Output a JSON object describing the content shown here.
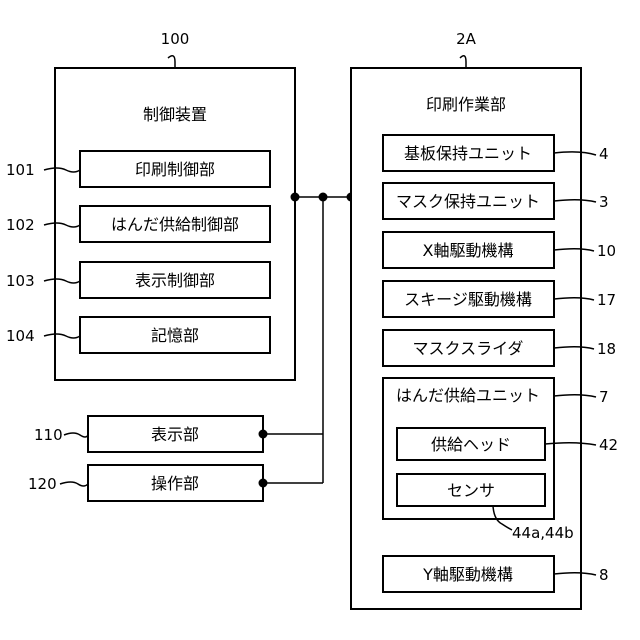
{
  "controller": {
    "ref": "100",
    "title": "制御装置",
    "items": [
      {
        "ref": "101",
        "label": "印刷制御部"
      },
      {
        "ref": "102",
        "label": "はんだ供給制御部"
      },
      {
        "ref": "103",
        "label": "表示制御部"
      },
      {
        "ref": "104",
        "label": "記憶部"
      }
    ]
  },
  "external": [
    {
      "ref": "110",
      "label": "表示部"
    },
    {
      "ref": "120",
      "label": "操作部"
    }
  ],
  "printer": {
    "ref": "2A",
    "title": "印刷作業部",
    "items": [
      {
        "ref": "4",
        "label": "基板保持ユニット"
      },
      {
        "ref": "3",
        "label": "マスク保持ユニット"
      },
      {
        "ref": "10",
        "label": "X軸駆動機構"
      },
      {
        "ref": "17",
        "label": "スキージ駆動機構"
      },
      {
        "ref": "18",
        "label": "マスクスライダ"
      }
    ],
    "solder_unit": {
      "ref": "7",
      "label": "はんだ供給ユニット",
      "head": {
        "ref": "42",
        "label": "供給ヘッド"
      },
      "sensor": {
        "ref": "44a,44b",
        "label": "センサ"
      }
    },
    "y_axis": {
      "ref": "8",
      "label": "Y軸駆動機構"
    }
  }
}
